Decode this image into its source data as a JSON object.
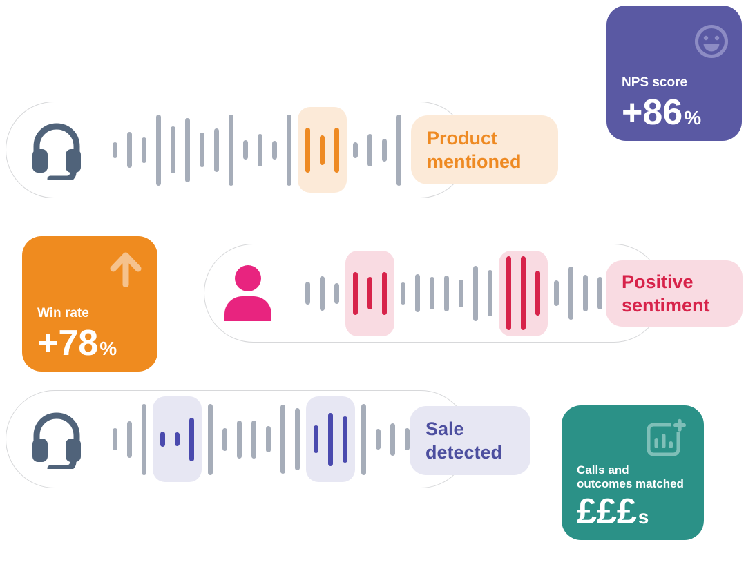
{
  "rows": [
    {
      "id": "product-mentioned",
      "icon": "headset-icon",
      "label_line1": "Product",
      "label_line2": "mentioned",
      "colors": {
        "accent": "#ee8a23",
        "accent_bg": "#fcead8",
        "bar": "#a6adb9",
        "icon": "#50637a",
        "label_text": "#ee8a23"
      },
      "segments": [
        {
          "accent": false,
          "heights": [
            23,
            52,
            37,
            103,
            68,
            93,
            50,
            63,
            103,
            28,
            47,
            27,
            103
          ]
        },
        {
          "accent": true,
          "heights": [
            65,
            43,
            65
          ]
        },
        {
          "accent": false,
          "heights": [
            23,
            47,
            33,
            103
          ]
        }
      ]
    },
    {
      "id": "positive-sentiment",
      "icon": "person-icon",
      "label_line1": "Positive",
      "label_line2": "sentiment",
      "colors": {
        "accent": "#d7234a",
        "accent_bg": "#f9dbe2",
        "bar": "#a6adb9",
        "icon": "#e8247f",
        "label_text": "#d7234a"
      },
      "segments": [
        {
          "accent": false,
          "heights": [
            33,
            50,
            30
          ]
        },
        {
          "accent": true,
          "heights": [
            62,
            47,
            62
          ]
        },
        {
          "accent": false,
          "heights": [
            32,
            55,
            47,
            52,
            40,
            80,
            67
          ]
        },
        {
          "accent": true,
          "heights": [
            107,
            107,
            65
          ]
        },
        {
          "accent": false,
          "heights": [
            37,
            77,
            53,
            47
          ]
        }
      ]
    },
    {
      "id": "sale-detected",
      "icon": "headset-icon",
      "label_line1": "Sale",
      "label_line2": "detected",
      "colors": {
        "accent": "#4a4aae",
        "accent_bg": "#e7e7f3",
        "bar": "#a6adb9",
        "icon": "#50637a",
        "label_text": "#4d4f9f"
      },
      "segments": [
        {
          "accent": false,
          "heights": [
            32,
            53,
            103
          ]
        },
        {
          "accent": true,
          "heights": [
            22,
            20,
            63
          ]
        },
        {
          "accent": false,
          "heights": [
            103,
            33,
            55,
            55,
            38,
            100,
            90
          ]
        },
        {
          "accent": true,
          "heights": [
            40,
            77,
            67
          ]
        },
        {
          "accent": false,
          "heights": [
            103,
            30,
            47,
            32
          ]
        }
      ]
    }
  ],
  "cards": {
    "nps": {
      "label": "NPS score",
      "value": "+86",
      "unit": "%",
      "bg": "#5a59a3",
      "icon": "smiley-icon",
      "icon_color": "#8d8cc4"
    },
    "win_rate": {
      "label": "Win rate",
      "value": "+78",
      "unit": "%",
      "bg": "#ef8b1f",
      "icon": "arrow-up-icon",
      "icon_color": "#f5c28d"
    },
    "outcomes": {
      "label_line1": "Calls and",
      "label_line2": "outcomes matched",
      "value": "£££",
      "unit": "s",
      "bg": "#2b9187",
      "icon": "bar-chart-plus-icon",
      "icon_color": "#7fbfb8"
    }
  }
}
